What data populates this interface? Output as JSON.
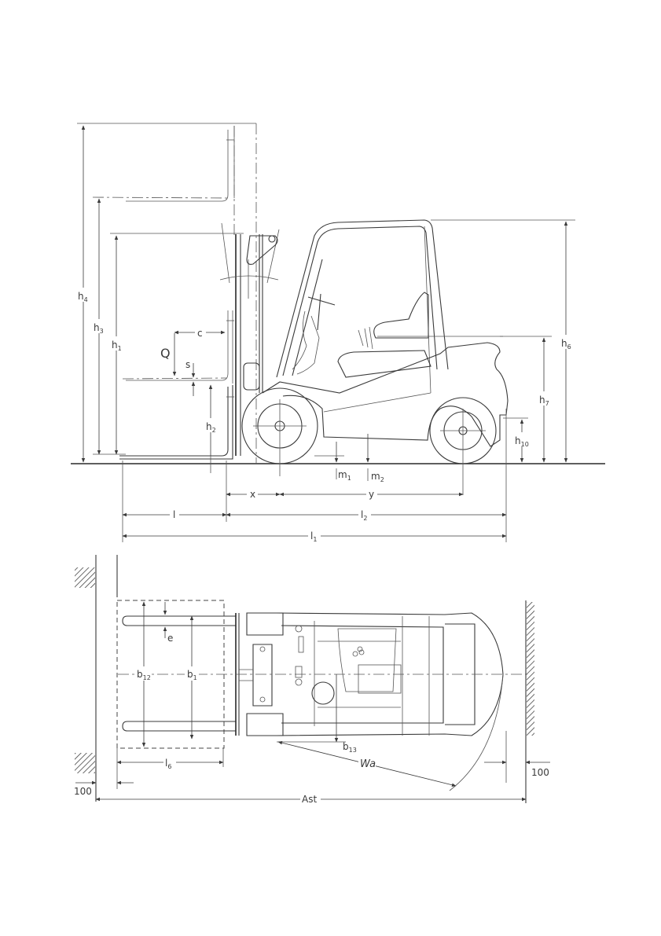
{
  "side_view": {
    "labels": {
      "h4": "h",
      "h4_sub": "4",
      "h3": "h",
      "h3_sub": "3",
      "h1": "h",
      "h1_sub": "1",
      "h2": "h",
      "h2_sub": "2",
      "h6": "h",
      "h6_sub": "6",
      "h7": "h",
      "h7_sub": "7",
      "h10": "h",
      "h10_sub": "10",
      "c": "c",
      "Q": "Q",
      "s": "s",
      "m1": "m",
      "m1_sub": "1",
      "m2": "m",
      "m2_sub": "2",
      "x": "x",
      "y": "y",
      "l": "l",
      "l2": "l",
      "l2_sub": "2",
      "l1": "l",
      "l1_sub": "1"
    }
  },
  "top_view": {
    "labels": {
      "e": "e",
      "b12": "b",
      "b12_sub": "12",
      "b1": "b",
      "b1_sub": "1",
      "b13": "b",
      "b13_sub": "13",
      "l6": "l",
      "l6_sub": "6",
      "Wa": "Wa",
      "clearance_left": "100",
      "clearance_right": "100",
      "Ast": "Ast"
    }
  }
}
